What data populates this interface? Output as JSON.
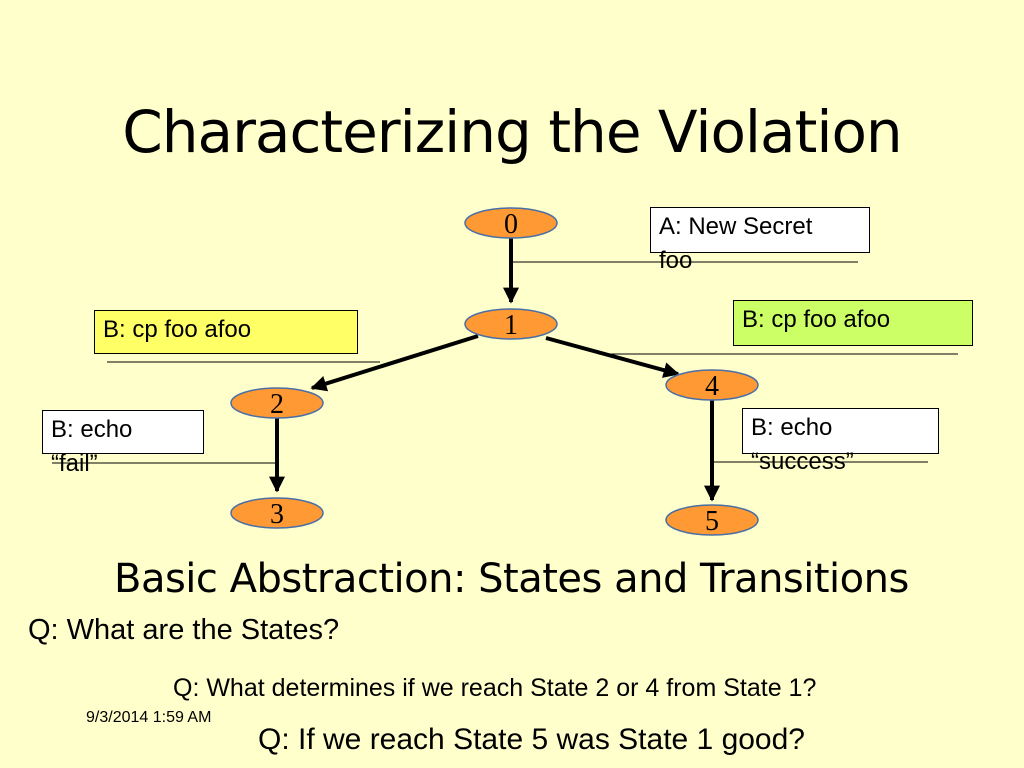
{
  "slide": {
    "title": "Characterizing the Violation",
    "subtitle": "Basic Abstraction:  States and Transitions",
    "questions": [
      "Q:  What are the States?",
      "Q:  What determines if we reach State 2 or 4 from State 1?",
      "Q:  If we reach State 5 was State 1 good?"
    ],
    "date": "9/3/2014 1:59 AM"
  },
  "diagram": {
    "nodes": [
      {
        "id": "0",
        "label": "0"
      },
      {
        "id": "1",
        "label": "1"
      },
      {
        "id": "2",
        "label": "2"
      },
      {
        "id": "3",
        "label": "3"
      },
      {
        "id": "4",
        "label": "4"
      },
      {
        "id": "5",
        "label": "5"
      }
    ],
    "edges": [
      {
        "from": "0",
        "to": "1"
      },
      {
        "from": "1",
        "to": "2"
      },
      {
        "from": "1",
        "to": "4"
      },
      {
        "from": "2",
        "to": "3"
      },
      {
        "from": "4",
        "to": "5"
      }
    ],
    "annotations": {
      "a_new_secret": {
        "line1": "A:  New Secret",
        "line2": "foo"
      },
      "b_cp_left": {
        "line1": "B:  cp foo afoo"
      },
      "b_cp_right": {
        "line1": "B:  cp foo afoo"
      },
      "b_echo_fail": {
        "line1": "B:  echo",
        "line2": "“fail”"
      },
      "b_echo_success": {
        "line1": "B:  echo",
        "line2": "“success”"
      }
    },
    "colors": {
      "background": "#ffffcc",
      "node_fill": "#ff9933",
      "left_cp_box": "#ffff66",
      "right_cp_box": "#ccff66",
      "white_box": "#ffffff"
    }
  }
}
